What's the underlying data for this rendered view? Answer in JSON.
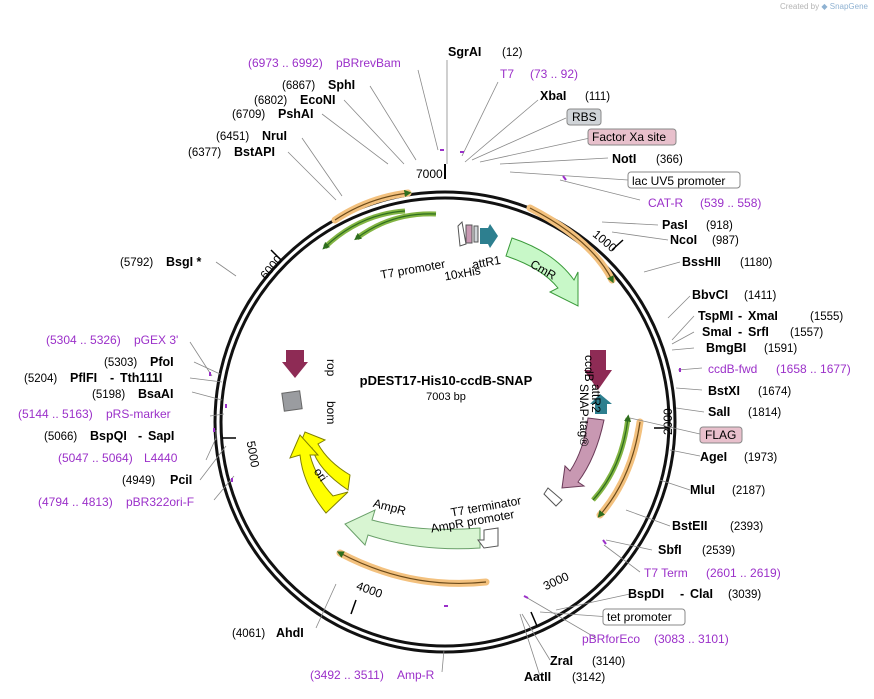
{
  "credit": {
    "prefix": "Created by",
    "brand": "SnapGene"
  },
  "plasmid": {
    "name": "pDEST17-His10-ccdB-SNAP",
    "length_label": "7003 bp"
  },
  "ticks": [
    "1000",
    "2000",
    "3000",
    "4000",
    "5000",
    "6000",
    "7000"
  ],
  "feature_labels": {
    "t7_promoter": "T7 promoter",
    "his": "10xHis",
    "attr1": "attR1",
    "cmr": "CmR",
    "ccdb": "ccdB",
    "snap": "SNAP-tag®",
    "attr2": "attR2",
    "t7_terminator": "T7 terminator",
    "ampr_promoter": "AmpR promoter",
    "ampr": "AmpR",
    "ori": "ori",
    "rop": "rop",
    "bom": "bom"
  },
  "boxed_labels": {
    "rbs": "RBS",
    "factor_xa": "Factor Xa site",
    "lac_uv5": "lac UV5 promoter",
    "flag": "FLAG",
    "tet_promoter": "tet promoter"
  },
  "sites": {
    "sgrai": {
      "name": "SgrAI",
      "pos": "(12)"
    },
    "xbai": {
      "name": "XbaI",
      "pos": "(111)"
    },
    "noti": {
      "name": "NotI",
      "pos": "(366)"
    },
    "pasi": {
      "name": "PasI",
      "pos": "(918)"
    },
    "ncoi": {
      "name": "NcoI",
      "pos": "(987)"
    },
    "bsshii": {
      "name": "BssHII",
      "pos": "(1180)"
    },
    "bbvci": {
      "name": "BbvCI",
      "pos": "(1411)"
    },
    "tspmi": {
      "name": "TspMI",
      "sep": "-",
      "name2": "XmaI",
      "pos": "(1555)"
    },
    "smai": {
      "name": "SmaI",
      "sep": "-",
      "name2": "SrfI",
      "pos": "(1557)"
    },
    "bmgbi": {
      "name": "BmgBI",
      "pos": "(1591)"
    },
    "bstxi": {
      "name": "BstXI",
      "pos": "(1674)"
    },
    "sali": {
      "name": "SalI",
      "pos": "(1814)"
    },
    "agei": {
      "name": "AgeI",
      "pos": "(1973)"
    },
    "mlui": {
      "name": "MluI",
      "pos": "(2187)"
    },
    "bsteii": {
      "name": "BstEII",
      "pos": "(2393)"
    },
    "sbfi": {
      "name": "SbfI",
      "pos": "(2539)"
    },
    "bspdi": {
      "name": "BspDI",
      "sep": "-",
      "name2": "ClaI",
      "pos": "(3039)"
    },
    "zrai": {
      "name": "ZraI",
      "pos": "(3140)"
    },
    "aatii": {
      "name": "AatII",
      "pos": "(3142)"
    },
    "ahdi": {
      "name": "AhdI",
      "pos": "(4061)"
    },
    "pcii": {
      "name": "PciI",
      "pos": "(4949)"
    },
    "bspqi": {
      "name": "BspQI",
      "sep": "-",
      "name2": "SapI",
      "pos": "(5066)"
    },
    "bsaai": {
      "name": "BsaAI",
      "pos": "(5198)"
    },
    "pflfi": {
      "name": "PflFI",
      "sep": "-",
      "name2": "Tth111I",
      "pos": "(5204)"
    },
    "pfoi": {
      "name": "PfoI",
      "pos": "(5303)"
    },
    "bsgi": {
      "name": "BsgI *",
      "pos": "(5792)"
    },
    "bstapi": {
      "name": "BstAPI",
      "pos": "(6377)"
    },
    "nrui": {
      "name": "NruI",
      "pos": "(6451)"
    },
    "pshai": {
      "name": "PshAI",
      "pos": "(6709)"
    },
    "econi": {
      "name": "EcoNI",
      "pos": "(6802)"
    },
    "sphi": {
      "name": "SphI",
      "pos": "(6867)"
    }
  },
  "primers": {
    "pbrrevbam": {
      "name": "pBRrevBam",
      "range": "(6973 .. 6992)"
    },
    "t7": {
      "name": "T7",
      "range": "(73 .. 92)"
    },
    "cat_r": {
      "name": "CAT-R",
      "range": "(539 .. 558)"
    },
    "ccdb_fwd": {
      "name": "ccdB-fwd",
      "range": "(1658 .. 1677)"
    },
    "t7_term": {
      "name": "T7 Term",
      "range": "(2601 .. 2619)"
    },
    "pbrforeco": {
      "name": "pBRforEco",
      "range": "(3083 .. 3101)"
    },
    "amp_r": {
      "name": "Amp-R",
      "range": "(3492 .. 3511)"
    },
    "pbr322ori_f": {
      "name": "pBR322ori-F",
      "range": "(4794 .. 4813)"
    },
    "l4440": {
      "name": "L4440",
      "range": "(5047 .. 5064)"
    },
    "prs_marker": {
      "name": "pRS-marker",
      "range": "(5144 .. 5163)"
    },
    "pgex3": {
      "name": "pGEX 3'",
      "range": "(5304 .. 5326)"
    }
  },
  "colors": {
    "primer": "#9b30c9",
    "orf_orange": "#f3c17e",
    "orf_green": "#82b442",
    "cmr_fill": "#c8f8c8",
    "ampr_fill": "#d8f5d2",
    "ori_fill": "#ffff00",
    "rop_fill": "#8e2b55",
    "ccdb_fill": "#8e2b55",
    "snap_fill": "#c898b2",
    "attr_fill": "#2d7f8f",
    "bom_fill": "#9a9ca0",
    "rbs_box": "#d0d4d8",
    "pink_box": "#e8c0cc"
  }
}
